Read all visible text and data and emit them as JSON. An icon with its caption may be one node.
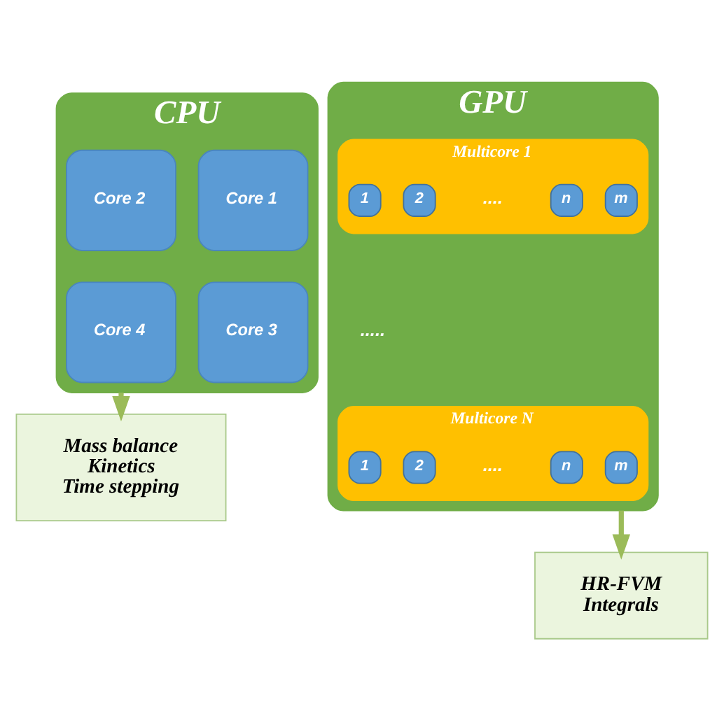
{
  "diagram": {
    "nodes": [
      {
        "text": [
          "CPU"
        ]
      },
      {
        "text": [
          "Core 1"
        ],
        "in": 0
      },
      {
        "text": [
          "Core 2"
        ],
        "in": 0
      },
      {
        "text": [
          "Core 3"
        ],
        "in": 0
      },
      {
        "text": [
          "Core 4"
        ],
        "in": 0
      },
      {
        "text": [
          "GPU"
        ]
      },
      {
        "text": [
          "Multicore 1"
        ],
        "in": 5
      },
      {
        "text": [
          "1"
        ],
        "in": 6
      },
      {
        "text": [
          "2"
        ],
        "in": 6
      },
      {
        "text": [
          "n"
        ],
        "in": 6
      },
      {
        "text": [
          "m"
        ],
        "in": 6
      },
      {
        "text": [
          "Multicore N"
        ],
        "in": 5
      },
      {
        "text": [
          "1"
        ],
        "in": 11
      },
      {
        "text": [
          "2"
        ],
        "in": 11
      },
      {
        "text": [
          "n"
        ],
        "in": 11
      },
      {
        "text": [
          "m"
        ],
        "in": 11
      },
      {
        "text": [
          "Mass balance",
          "Kinetics",
          "Time stepping"
        ]
      },
      {
        "text": [
          "HR-FVM",
          "Integrals"
        ]
      }
    ],
    "edges": [
      {
        "from": 0,
        "to": 16,
        "arrow": "to"
      },
      {
        "from": 5,
        "to": 17,
        "arrow": "to"
      }
    ],
    "labels": [
      "....",
      ".....",
      "...."
    ]
  }
}
